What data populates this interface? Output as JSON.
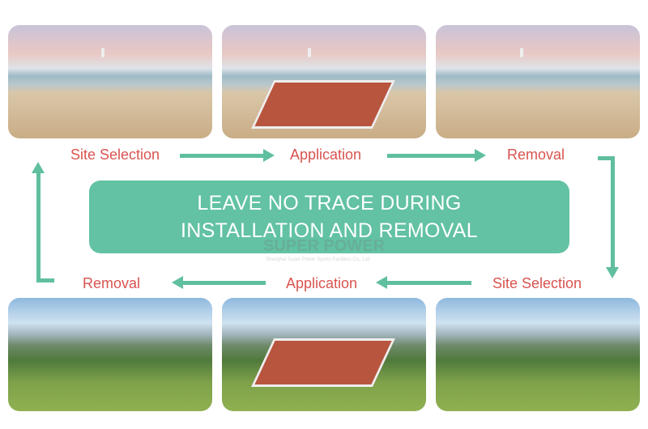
{
  "top_row": {
    "labels": [
      "Site Selection",
      "Application",
      "Removal"
    ]
  },
  "bottom_row": {
    "labels": [
      "Removal",
      "Application",
      "Site Selection"
    ]
  },
  "banner": {
    "line1": "LEAVE NO TRACE DURING",
    "line2": "INSTALLATION AND REMOVAL"
  },
  "watermark": {
    "brand": "SUPER POWER",
    "company": "Shanghai Super Power Sports Facilities Co., Ltd"
  },
  "colors": {
    "accent": "#5fbf9f",
    "label": "#d9534f"
  }
}
